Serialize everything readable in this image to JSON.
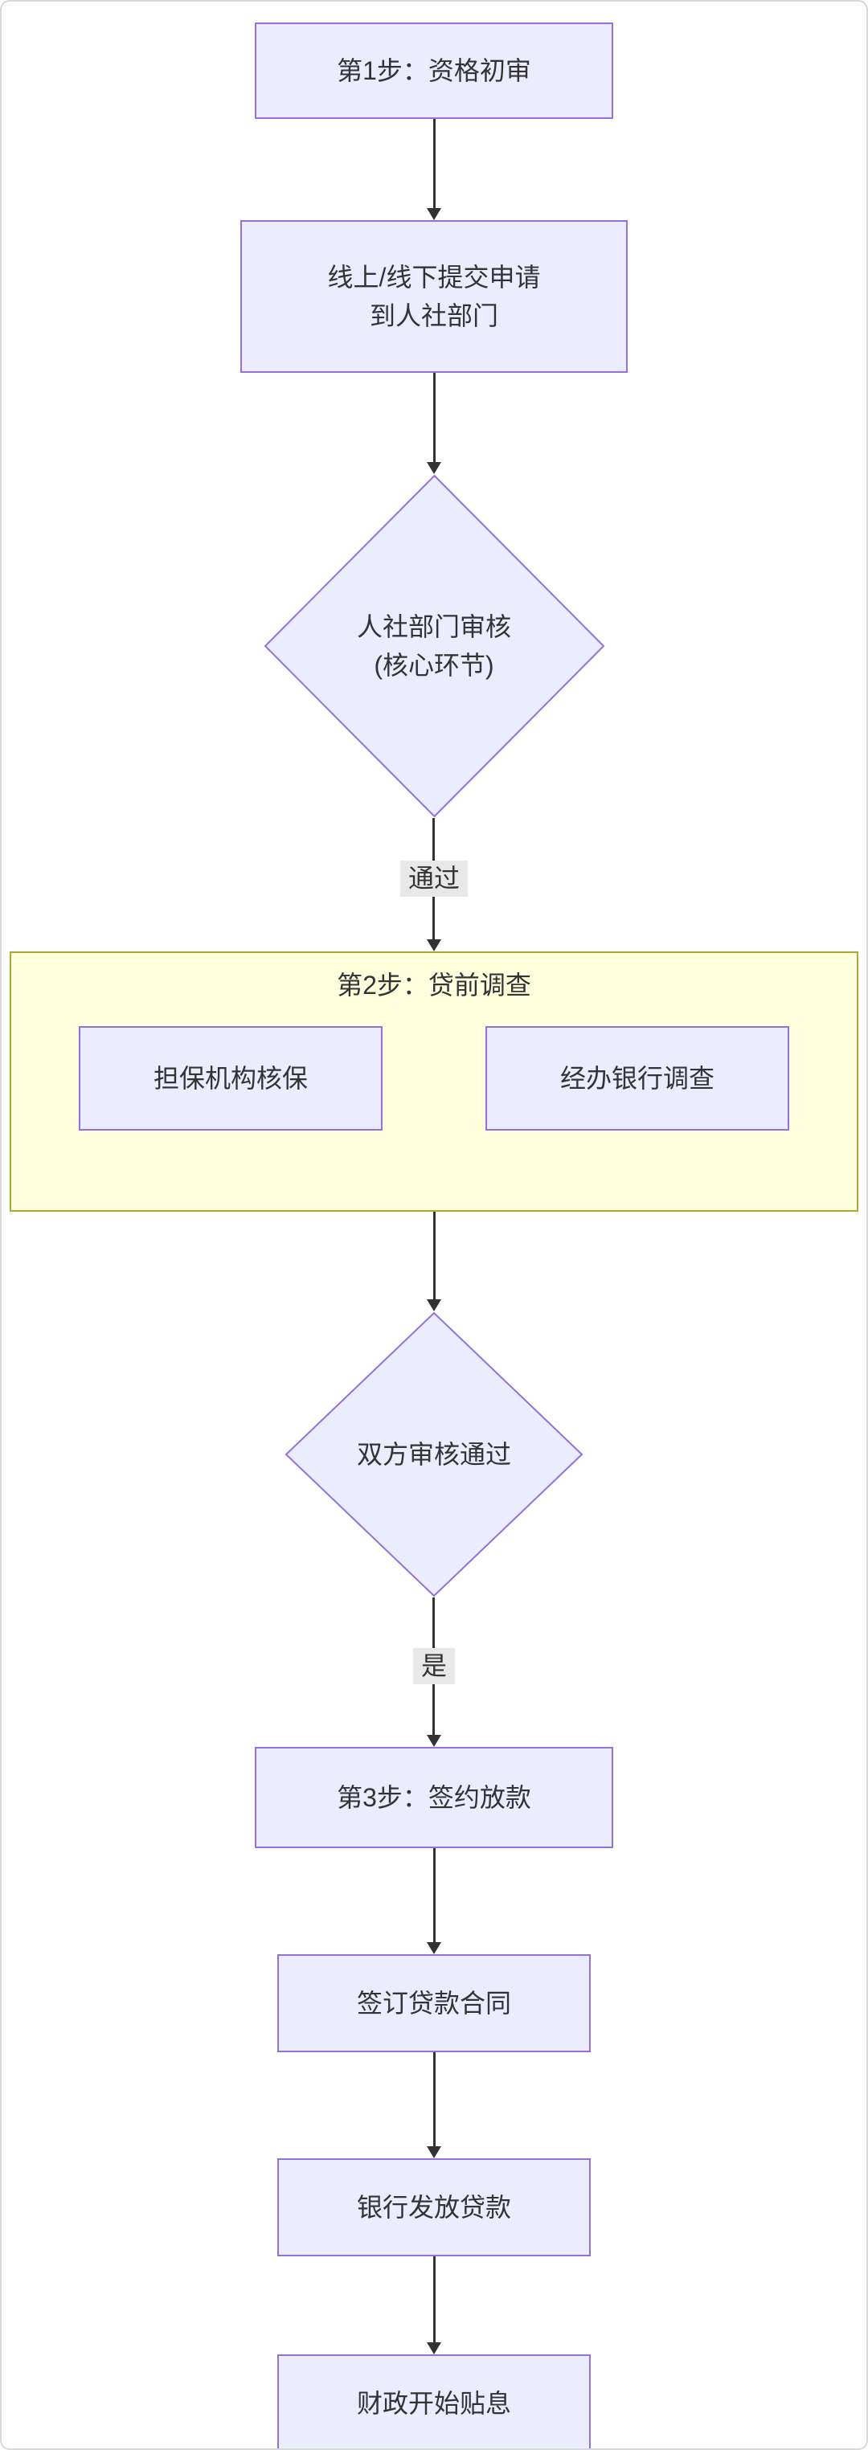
{
  "colors": {
    "node_fill": "#ECECFF",
    "node_border": "#9370DB",
    "subgraph_fill": "#FFFFDE",
    "subgraph_border": "#AAAA33",
    "edge_color": "#333333",
    "edge_label_bg": "#E8E8E8",
    "text_color": "#333333"
  },
  "nodes": {
    "step1": "第1步：资格初审",
    "submit_line1": "线上/线下提交申请",
    "submit_line2": "到人社部门",
    "review_line1": "人社部门审核",
    "review_line2": "(核心环节)",
    "subgraph_title": "第2步：贷前调查",
    "guarantee_check": "担保机构核保",
    "bank_investigation": "经办银行调查",
    "decision_both": "双方审核通过",
    "step3": "第3步：签约放款",
    "sign_contract": "签订贷款合同",
    "bank_disburse": "银行发放贷款",
    "fiscal_subsidy": "财政开始贴息"
  },
  "edge_labels": {
    "pass": "通过",
    "yes": "是"
  }
}
